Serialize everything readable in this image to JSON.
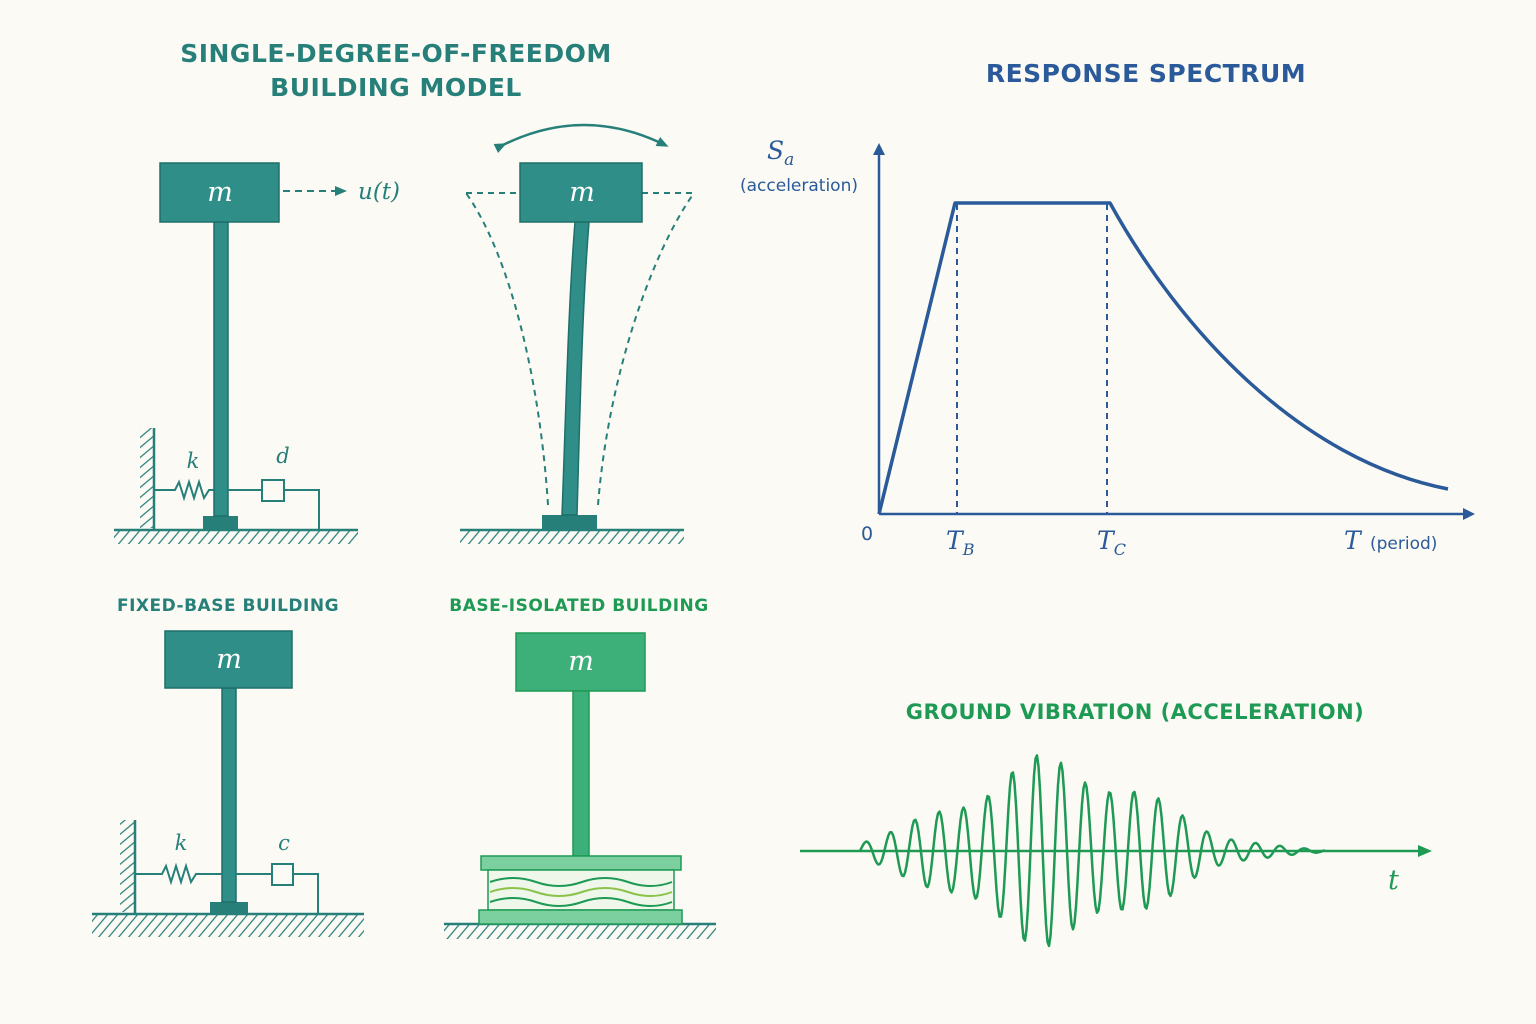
{
  "sdof_title": {
    "line1": "SINGLE-DEGREE-OF-FREEDOM",
    "line2": "BUILDING MODEL"
  },
  "top_left": {
    "mass_label": "m",
    "displacement_label": "u(t)",
    "spring_label": "k",
    "damper_label": "d"
  },
  "top_middle": {
    "mass_label": "m"
  },
  "fixed_base": {
    "caption": "FIXED-BASE BUILDING",
    "mass_label": "m",
    "spring_label": "k",
    "damper_label": "c"
  },
  "base_isolated": {
    "caption": "BASE-ISOLATED BUILDING",
    "mass_label": "m"
  },
  "spectrum": {
    "title": "RESPONSE SPECTRUM",
    "y_symbol": "S",
    "y_subscript": "a",
    "y_desc": "(acceleration)",
    "origin_label": "0",
    "tb_symbol": "T",
    "tb_subscript": "B",
    "tc_symbol": "T",
    "tc_subscript": "C",
    "x_symbol": "T",
    "x_desc": "(period)"
  },
  "ground_motion": {
    "title": "GROUND VIBRATION (ACCELERATION)",
    "x_symbol": "t"
  },
  "colors": {
    "teal": "#277f7a",
    "teal_fill": "#2f8f88",
    "green": "#1e9a55",
    "green_fill": "#3db07a",
    "blue": "#2a5a9a",
    "background": "#fbfaf4"
  }
}
